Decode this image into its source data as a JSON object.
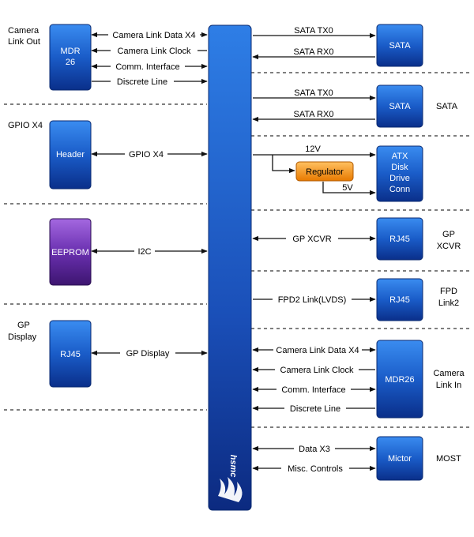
{
  "sections": {
    "camera_link_out": [
      "Camera",
      "Link Out"
    ],
    "gpio": "GPIO X4",
    "gp_display": [
      "GP",
      "Display"
    ],
    "sata": "SATA",
    "gp_xcvr": [
      "GP",
      "XCVR"
    ],
    "fpd_link2": [
      "FPD",
      "Link2"
    ],
    "camera_link_in": [
      "Camera",
      "Link In"
    ],
    "most": "MOST"
  },
  "blocks": {
    "mdr26_out": [
      "MDR",
      "26"
    ],
    "header": "Header",
    "eeprom": "EEPROM",
    "rj45_display": "RJ45",
    "sata1": "SATA",
    "sata2": "SATA",
    "atx": [
      "ATX",
      "Disk",
      "Drive",
      "Conn"
    ],
    "regulator": "Regulator",
    "rj45_xcvr": "RJ45",
    "rj45_fpd": "RJ45",
    "mdr26_in": "MDR26",
    "mictor": "Mictor",
    "logo": "hsmc"
  },
  "signals": {
    "cl_data_x4": "Camera Link Data X4",
    "cl_clock": "Camera Link Clock",
    "comm_interface": "Comm. Interface",
    "discrete_line": "Discrete Line",
    "gpio_x4": "GPIO X4",
    "i2c": "I2C",
    "gp_display": "GP Display",
    "sata_tx0_a": "SATA TX0",
    "sata_rx0_a": "SATA RX0",
    "sata_tx0_b": "SATA TX0",
    "sata_rx0_b": "SATA RX0",
    "v12": "12V",
    "v5": "5V",
    "gp_xcvr": "GP XCVR",
    "fpd2_link": "FPD2 Link(LVDS)",
    "cl_data_x4_in": "Camera Link Data X4",
    "cl_clock_in": "Camera Link Clock",
    "comm_interface_in": "Comm. Interface",
    "discrete_line_in": "Discrete Line",
    "data_x3": "Data X3",
    "misc_controls": "Misc. Controls"
  },
  "colors": {
    "blue_light": "#2e7ee6",
    "blue_dark": "#0a2f8a",
    "purple_light": "#9a5bd8",
    "purple_dark": "#3d1570",
    "orange": "#f08a10",
    "orange_light": "#ffc060"
  }
}
